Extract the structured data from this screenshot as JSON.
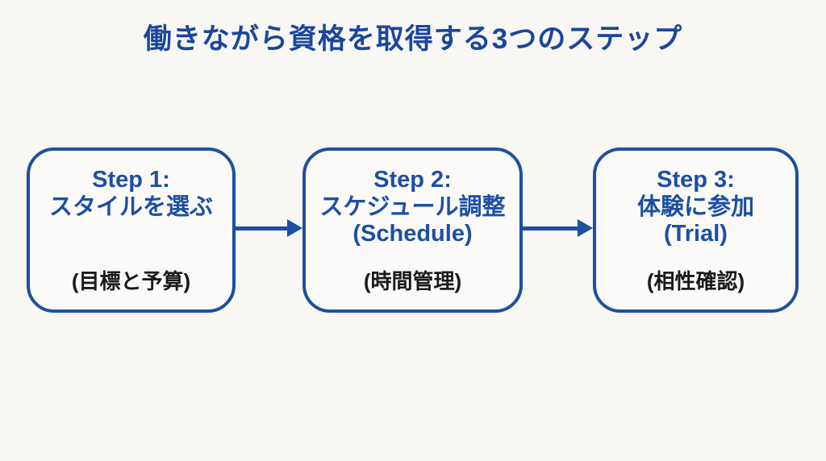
{
  "title": "働きながら資格を取得する3つのステップ",
  "colors": {
    "background": "#f8f7f4",
    "title_blue": "#1a469c",
    "box_border_blue": "#1e4fa0",
    "box_text_blue": "#1d4fa3",
    "note_black": "#1a1a1a"
  },
  "steps": [
    {
      "heading": "Step 1:",
      "line2": "スタイルを選ぶ",
      "line3": "",
      "note": "(目標と予算)"
    },
    {
      "heading": "Step 2:",
      "line2": "スケジュール調整",
      "line3": "(Schedule)",
      "note": "(時間管理)"
    },
    {
      "heading": "Step 3:",
      "line2": "体験に参加",
      "line3": "(Trial)",
      "note": "(相性確認)"
    }
  ]
}
